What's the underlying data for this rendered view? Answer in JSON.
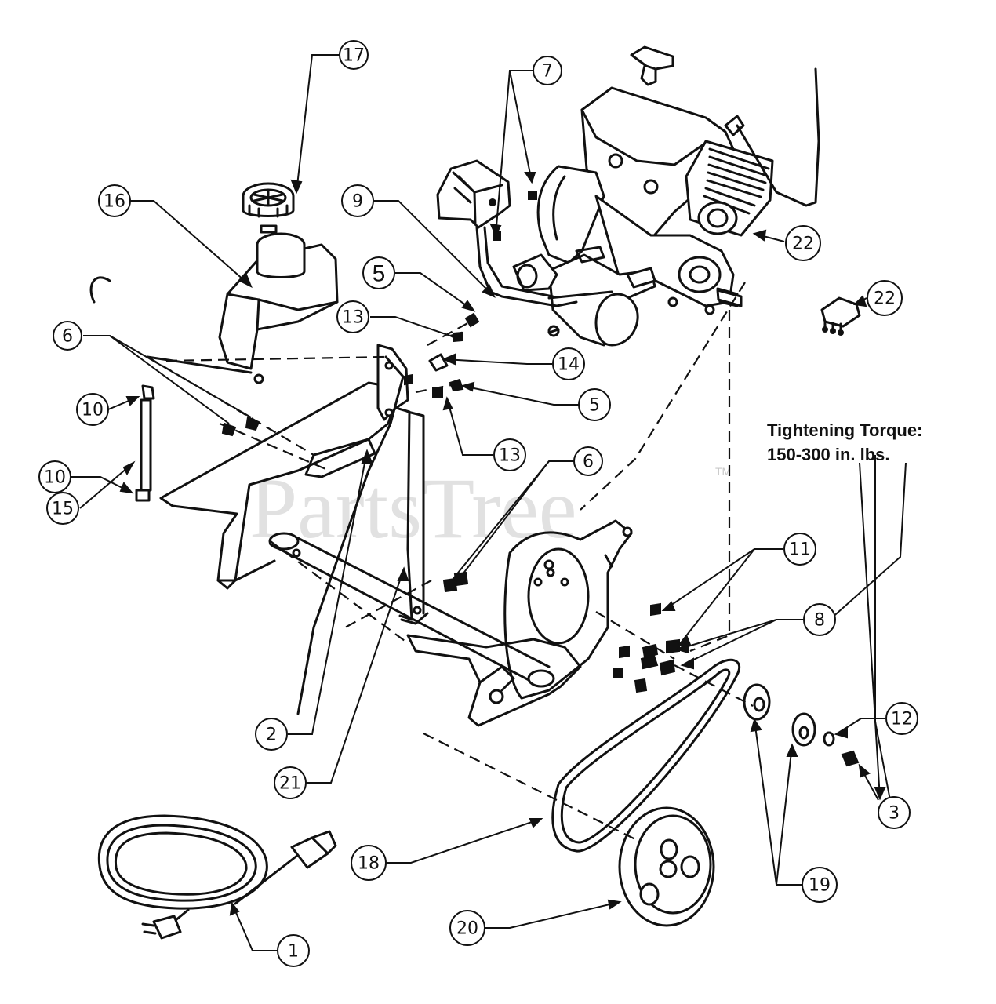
{
  "watermark": {
    "text": "PartsTree",
    "trademark": "TM"
  },
  "note": {
    "line1": "Tightening Torque:",
    "line2": "150-300 in. lbs."
  },
  "callouts": [
    {
      "id": "c17",
      "label": "17"
    },
    {
      "id": "c7",
      "label": "7"
    },
    {
      "id": "c16",
      "label": "16"
    },
    {
      "id": "c9",
      "label": "9"
    },
    {
      "id": "c22a",
      "label": "22"
    },
    {
      "id": "c22b",
      "label": "22"
    },
    {
      "id": "c5a",
      "label": "5"
    },
    {
      "id": "c13a",
      "label": "13"
    },
    {
      "id": "c6a",
      "label": "6"
    },
    {
      "id": "c14",
      "label": "14"
    },
    {
      "id": "c10a",
      "label": "10"
    },
    {
      "id": "c5b",
      "label": "5"
    },
    {
      "id": "c13b",
      "label": "13"
    },
    {
      "id": "c10b",
      "label": "10"
    },
    {
      "id": "c15",
      "label": "15"
    },
    {
      "id": "c6b",
      "label": "6"
    },
    {
      "id": "c11",
      "label": "11"
    },
    {
      "id": "c8",
      "label": "8"
    },
    {
      "id": "c12",
      "label": "12"
    },
    {
      "id": "c2",
      "label": "2"
    },
    {
      "id": "c3",
      "label": "3"
    },
    {
      "id": "c21",
      "label": "21"
    },
    {
      "id": "c18",
      "label": "18"
    },
    {
      "id": "c19",
      "label": "19"
    },
    {
      "id": "c20",
      "label": "20"
    },
    {
      "id": "c1",
      "label": "1"
    }
  ]
}
